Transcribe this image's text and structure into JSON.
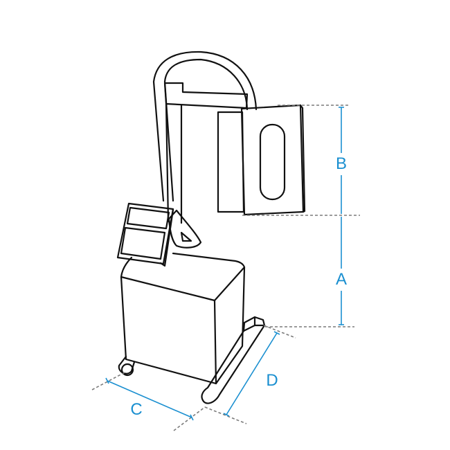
{
  "dimensions": {
    "a": "A",
    "b": "B",
    "c": "C",
    "d": "D"
  },
  "colors": {
    "outline": "#111111",
    "dimension": "#1a8fd0",
    "extension": "#7a7a7a",
    "background": "#ffffff"
  }
}
